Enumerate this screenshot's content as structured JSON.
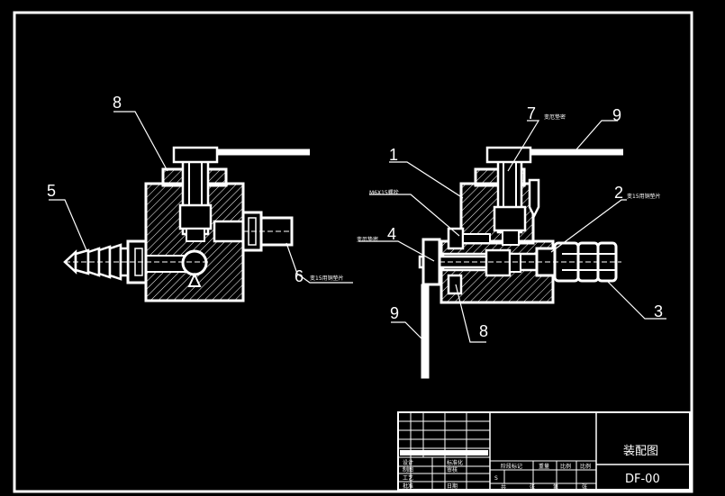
{
  "balloons": {
    "left_8": "8",
    "left_5": "5",
    "left_6": "6",
    "right_1": "1",
    "right_7": "7",
    "right_9_top": "9",
    "right_2": "2",
    "right_4": "4",
    "right_3": "3",
    "right_9_bottom": "9",
    "right_8": "8"
  },
  "notes": {
    "left_6": "变15用铜垫片",
    "right_7": "变厄垫密",
    "right_2": "变15用铜垫片",
    "right_bolt": "M6X15螺栓",
    "right_4": "变厄垫密"
  },
  "title_block": {
    "drawing_title": "装配图",
    "drawing_number": "DF-00",
    "design": "设计",
    "standard": "标准化",
    "draw": "制图",
    "review": "审核",
    "process": "工艺",
    "approve": "批准",
    "date": "日期",
    "stage_mark": "阶段标记",
    "weight": "重量",
    "scale": "比例",
    "s_mark": "S",
    "total": "共",
    "sheet": "张",
    "num_sheet": "第"
  }
}
